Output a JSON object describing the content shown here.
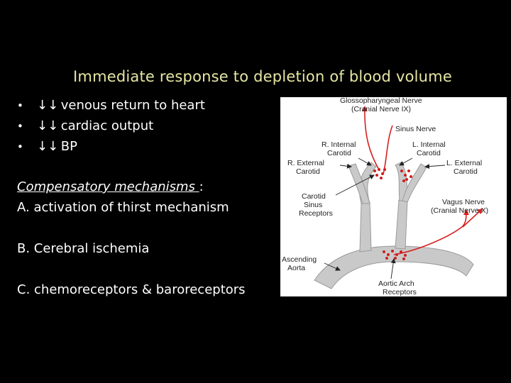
{
  "title": "Immediate response to depletion of blood volume",
  "bullets": [
    {
      "marker": "•",
      "arrows": "↓↓",
      "text": "venous return to heart"
    },
    {
      "marker": "•",
      "arrows": "↓↓",
      "text": "cardiac output"
    },
    {
      "marker": "•",
      "arrows": "↓↓",
      "text": "BP"
    }
  ],
  "compensatory": {
    "heading": "Compensatory mechanisms ",
    "suffix": ":"
  },
  "items": {
    "a": "A. activation of thirst mechanism",
    "b": "B. Cerebral ischemia",
    "c": "C. chemoreceptors & baroreceptors"
  },
  "diagram": {
    "glossopharyngeal_1": "Glossopharyngeal Nerve",
    "glossopharyngeal_2": "(Cranial Nerve IX)",
    "sinus_nerve": "Sinus Nerve",
    "r_internal_1": "R. Internal",
    "r_internal_2": "Carotid",
    "l_internal_1": "L. Internal",
    "l_internal_2": "Carotid",
    "r_external_1": "R. External",
    "r_external_2": "Carotid",
    "l_external_1": "L. External",
    "l_external_2": "Carotid",
    "carotid_sinus_1": "Carotid",
    "carotid_sinus_2": "Sinus",
    "carotid_sinus_3": "Receptors",
    "vagus_1": "Vagus Nerve",
    "vagus_2": "(Cranial Nerve X)",
    "ascending_1": "Ascending",
    "ascending_2": "Aorta",
    "aortic_arch_1": "Aortic Arch",
    "aortic_arch_2": "Receptors",
    "colors": {
      "vessel": "#c9c9c9",
      "vessel_edge": "#9a9a9a",
      "nerve": "#d62020",
      "receptor": "#cc1f1f",
      "pointer": "#222222"
    }
  }
}
